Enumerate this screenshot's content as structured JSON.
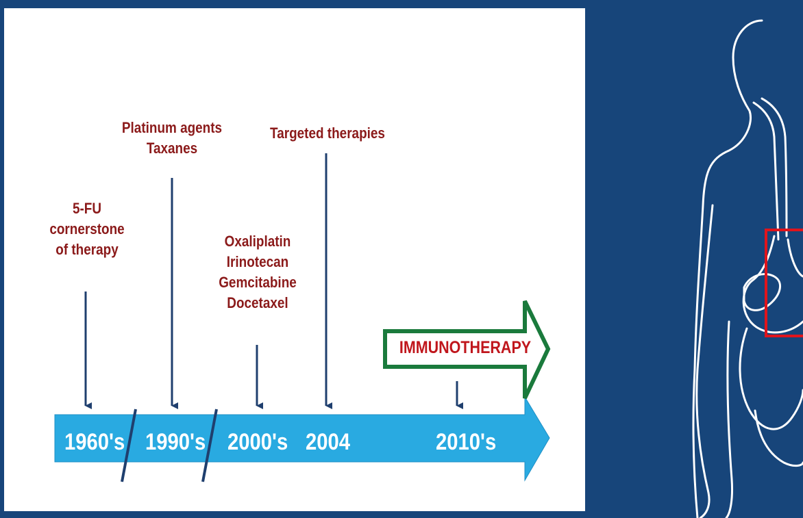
{
  "colors": {
    "page_background": "#17457a",
    "slide_background": "#ffffff",
    "label_text": "#8b1a1a",
    "timeline_fill": "#29aae1",
    "year_text": "#ffffff",
    "pointer_arrow": "#1f3f6e",
    "immunotherapy_border": "#1a7a3c",
    "immunotherapy_text": "#c0161c",
    "body_outline": "#ffffff",
    "highlight_box": "#e0141c"
  },
  "timeline": {
    "years": [
      "1960's",
      "1990's",
      "2000's",
      "2004",
      "2010's"
    ]
  },
  "labels": {
    "fu": [
      "5-FU",
      "cornerstone",
      "of therapy"
    ],
    "platinum": [
      "Platinum agents",
      "Taxanes"
    ],
    "chemo_agents": [
      "Oxaliplatin",
      "Irinotecan",
      "Gemcitabine",
      "Docetaxel"
    ],
    "targeted": [
      "Targeted therapies"
    ]
  },
  "immunotherapy": {
    "label": "IMMUNOTHERAPY"
  },
  "illustration": {
    "figure": "human-torso-digestive-outline",
    "highlight": "stomach-region-box"
  }
}
